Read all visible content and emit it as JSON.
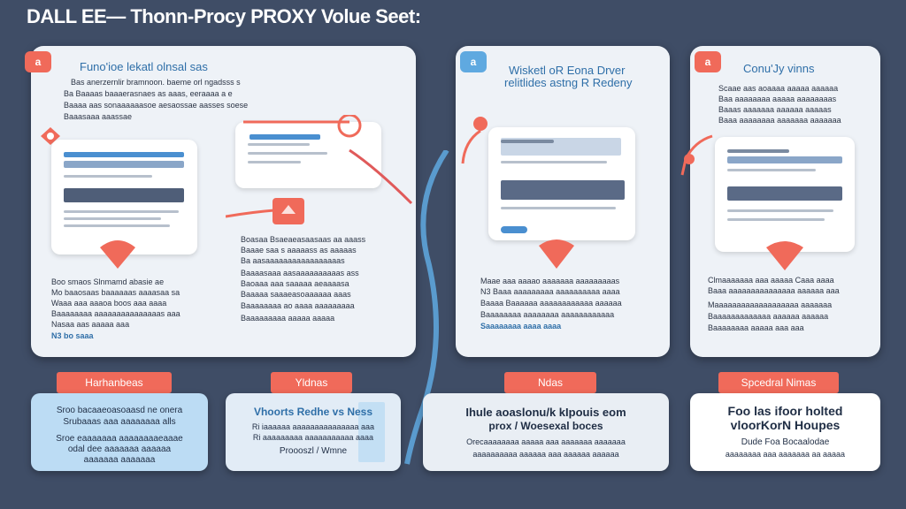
{
  "header": {
    "title": "DALL EE—  Thonn-Procy PROXY Volue Seet:"
  },
  "panels": [
    {
      "title": "Funo'ioe lekatl olnsal sas",
      "bullets_top": [
        "Bas anerzernlir bramnoon. baeme orl ngadsss s",
        "Ba Baaaas baaaerasnaes as aaas, eeraaaa a e",
        "Baaaa aas sonaaaaaasoe aesaossae aasses soese",
        "Baaasaaa aaassae"
      ],
      "bullets_bottom": [
        "Boo smaos  Slnmamd abasie ae",
        "Mo baaosaas baaaaaas aaaasaa sa",
        "Waaa aaa aaaoa boos aaa aaaa",
        "Baaaaaaaa aaaaaaaaaaaaaaas aaa",
        "Nasaa  aas aaaaa aaa",
        "N3 bo saaa"
      ],
      "mid_bullets": [
        "Boasaa Bsaeaeasaasaas aa aaass",
        "Baaae saa s aaaaass as aaaaas",
        "Ba aasaaaaaaaaaaaaaaaaas",
        "Baaaasaaa aasaaaaaaaaaas ass",
        "Baoaaa aaa saaaaa aeaaaasa",
        "Baaaaa saaaeasoaaaaaa aaas",
        "Baaaaaaaa ao aaaa aaaaaaaaa",
        "Baaaaaaaaa aaaaa aaaaa"
      ]
    },
    {
      "title_line1": "Wisketl oR Eona Drver",
      "title_line2": "relitlides astng R Redeny",
      "bullets": [
        "Maae aaa aaaao aaaaaaa aaaaaaaaas",
        "N3 Baaa aaaaaaaaa aaaaaaaaaa aaaa",
        "Baaaa Baaaaaa aaaaaaaaaaaa aaaaaa",
        "Baaaaaaaa aaaaaaaa aaaaaaaaaaaa",
        "Saaaaaaaa aaaa aaaa"
      ]
    },
    {
      "title": "Conu'Jy vinns",
      "bullets_top": [
        "Scaae aas aoaaaa aaaaa aaaaaa",
        "Baa aaaaaaaa aaaaa aaaaaaaas",
        "Baaas aaaaaaa aaaaaa aaaaas",
        "Baaa aaaaaaaa aaaaaaa aaaaaaa"
      ],
      "bullets_bottom": [
        "Clmaaaaaaa aaa aaaaa Caaa aaaa",
        "Baaa aaaaaaaaaaaaaaa aaaaaa aaa",
        "Maaaaaaaaaaaaaaaaaaa aaaaaaa",
        "Baaaaaaaaaaaaa aaaaaa aaaaaa",
        "Baaaaaaaa aaaaa aaa aaa"
      ]
    }
  ],
  "ribbons": [
    "Harhanbeas",
    "Yldnas",
    "Ndas",
    "Spcedral Nimas"
  ],
  "cards": [
    {
      "lines": [
        "Sroo bacaaeoasoaasd ne onera",
        "Srubaaas aaa aaaaaaaa alls",
        "Sroe eaaaaaaa aaaaaaaaeaaae",
        "odal dee aaaaaaa aaaaaa",
        "aaaaaaa aaaaaaa"
      ]
    },
    {
      "lines": [
        "Vhoorts Redhe vs Ness",
        "Ri iaaaaaa aaaaaaaaaaaaaaa aaa",
        "Ri aaaaaaaaa aaaaaaaaaaa aaaa",
        "Proooszl / Wmne"
      ]
    },
    {
      "lines": [
        "Ihule aoaslonu/k kIpouis eom",
        "prox / Woesexal boces",
        "Orecaaaaaaaa aaaaa aaa aaaaaaa aaaaaaa",
        "aaaaaaaaaa aaaaaa aaa aaaaaa aaaaaa"
      ]
    },
    {
      "lines": [
        "Foo las ifoor holted",
        "vloorKorN Houpes",
        "Dude Foa Bocaalodae",
        "aaaaaaaa aaa aaaaaaa aa aaaaa"
      ]
    }
  ],
  "tags": [
    "a",
    "a",
    "a"
  ],
  "colors": {
    "accent": "#f06a5a",
    "blue": "#5fa9e0",
    "bg": "#3f4d66"
  }
}
